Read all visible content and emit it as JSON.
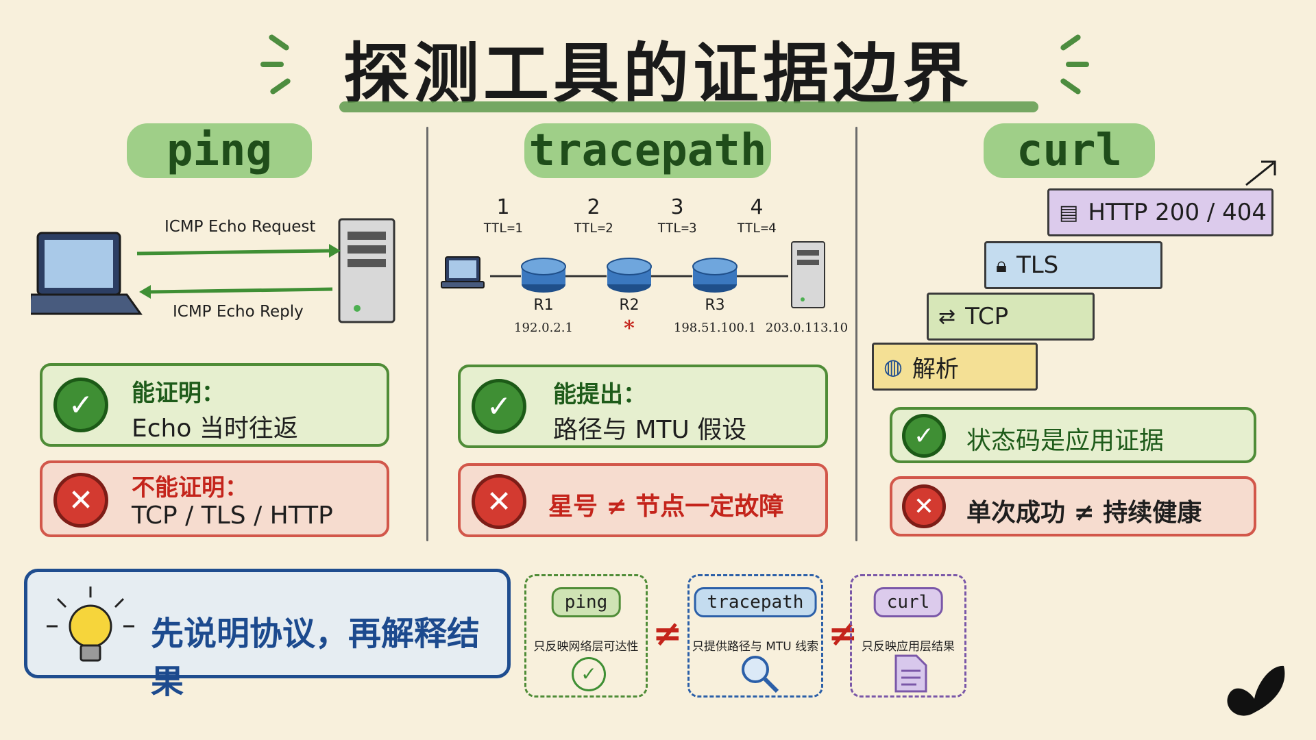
{
  "title": "探测工具的证据边界",
  "columns": {
    "ping": {
      "header": "ping",
      "request_label": "ICMP Echo Request",
      "reply_label": "ICMP Echo Reply",
      "can_title": "能证明：",
      "can_text": "Echo 当时往返",
      "cannot_title": "不能证明：",
      "cannot_text": "TCP / TLS / HTTP"
    },
    "tracepath": {
      "header": "tracepath",
      "hops": [
        {
          "num": "1",
          "ttl": "TTL=1"
        },
        {
          "num": "2",
          "ttl": "TTL=2"
        },
        {
          "num": "3",
          "ttl": "TTL=3"
        },
        {
          "num": "4",
          "ttl": "TTL=4"
        }
      ],
      "routers": [
        {
          "name": "R1",
          "ip": "192.0.2.1"
        },
        {
          "name": "R2",
          "ip": "*"
        },
        {
          "name": "R3",
          "ip": "198.51.100.1"
        }
      ],
      "dest_ip": "203.0.113.10",
      "can_title": "能提出：",
      "can_text": "路径与 MTU 假设",
      "cannot_text": "星号 ≠ 节点一定故障"
    },
    "curl": {
      "header": "curl",
      "layers": [
        "HTTP 200 / 404",
        "TLS",
        "TCP",
        "解析"
      ],
      "can_text": "状态码是应用证据",
      "cannot_text": "单次成功 ≠ 持续健康"
    }
  },
  "tip": "先说明协议，再解释结果",
  "scopes": [
    {
      "pill": "ping",
      "desc": "只反映网络层可达性",
      "color": "#4f8c37"
    },
    {
      "pill": "tracepath",
      "desc": "只提供路径与 MTU 线索",
      "color": "#2b5fa8"
    },
    {
      "pill": "curl",
      "desc": "只反映应用层结果",
      "color": "#7a57a8"
    }
  ],
  "neq_symbol": "≠",
  "colors": {
    "green": "#4f8c37",
    "red": "#d2574a",
    "blue": "#1f4d8f",
    "background": "#f8f0dc"
  }
}
